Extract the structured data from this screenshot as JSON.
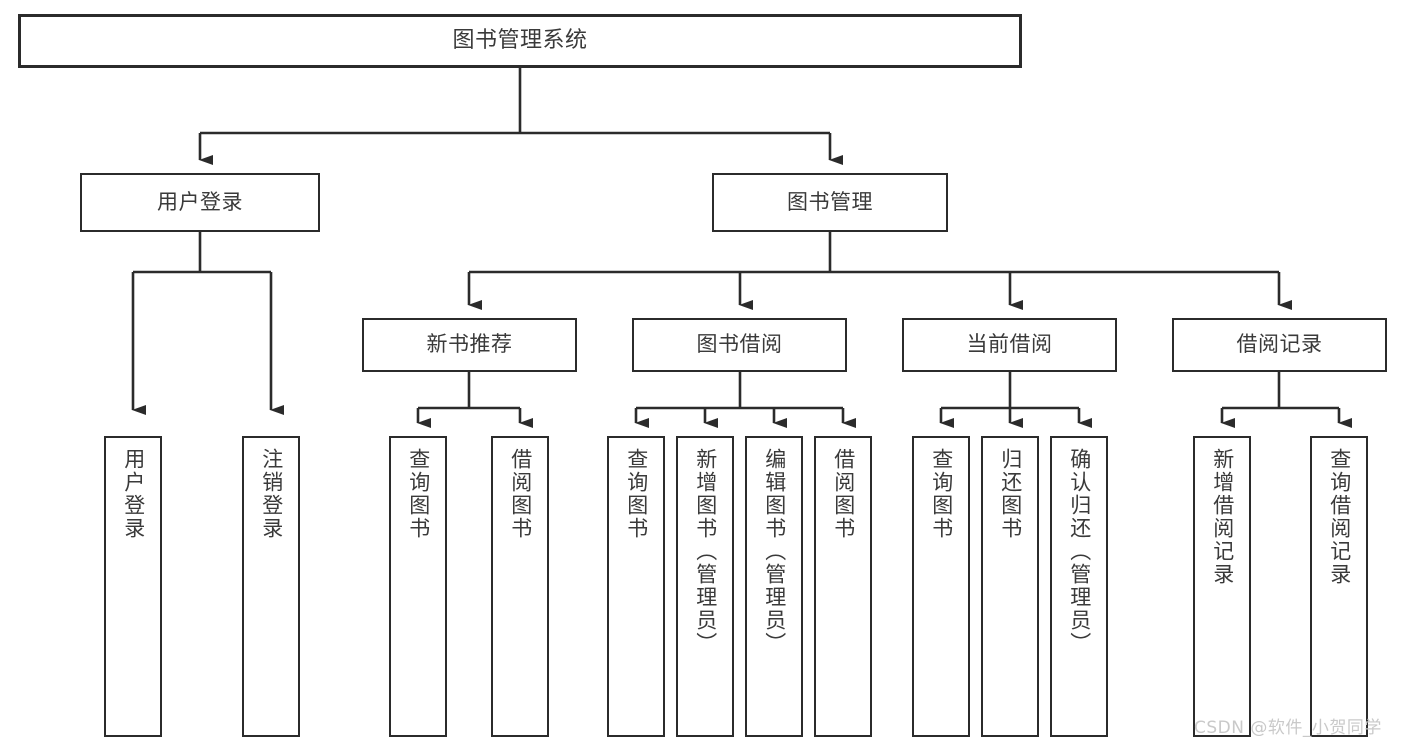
{
  "diagram": {
    "title": "图书管理系统",
    "root": {
      "label": "图书管理系统"
    },
    "level2": [
      {
        "label": "用户登录"
      },
      {
        "label": "图书管理"
      }
    ],
    "level3": [
      {
        "label": "新书推荐"
      },
      {
        "label": "图书借阅"
      },
      {
        "label": "当前借阅"
      },
      {
        "label": "借阅记录"
      }
    ],
    "leaves": {
      "user_login": [
        {
          "label": "用户登录"
        },
        {
          "label": "注销登录"
        }
      ],
      "new_book": [
        {
          "label": "查询图书"
        },
        {
          "label": "借阅图书"
        }
      ],
      "book_borrow": [
        {
          "label": "查询图书"
        },
        {
          "label": "新增图书（管理员）"
        },
        {
          "label": "编辑图书（管理员）"
        },
        {
          "label": "借阅图书"
        }
      ],
      "current_borrow": [
        {
          "label": "查询图书"
        },
        {
          "label": "归还图书"
        },
        {
          "label": "确认归还（管理员）"
        }
      ],
      "borrow_record": [
        {
          "label": "新增借阅记录"
        },
        {
          "label": "查询借阅记录"
        }
      ]
    }
  },
  "watermark": {
    "text": "CSDN @软件_小贺同学"
  },
  "colors": {
    "stroke": "#2b2b2b",
    "text": "#3a3a3a",
    "background": "#ffffff",
    "watermark": "#c9c9c9"
  }
}
